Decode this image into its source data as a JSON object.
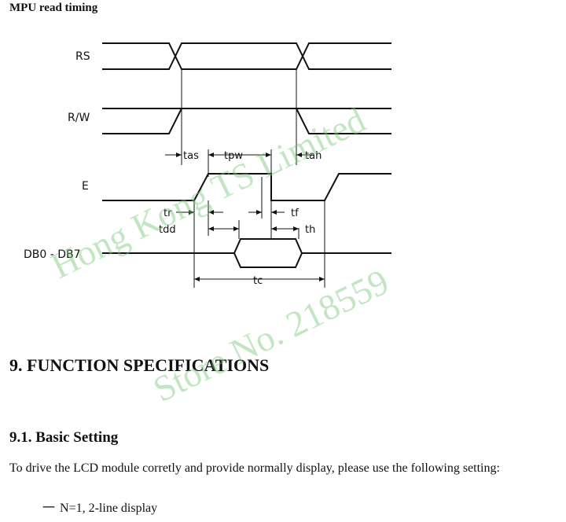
{
  "section_title": "MPU read timing",
  "diagram": {
    "signals": {
      "rs": "RS",
      "rw": "R/W",
      "e": "E",
      "db": "DB0 - DB7"
    },
    "timings": {
      "tas": "tas",
      "tpw": "tpw",
      "tah": "tah",
      "tr": "tr",
      "tdd": "tdd",
      "tf": "tf",
      "th": "th",
      "tc": "tc"
    }
  },
  "heading_9": "9.  FUNCTION SPECIFICATIONS",
  "heading_91": "9.1.  Basic Setting",
  "paragraph": "To drive the LCD module corretly and provide normally display, please use the following setting:",
  "bullet": {
    "dash": "一",
    "text": "N=1, 2-line display"
  },
  "watermark": {
    "line1": "Hong Kong TS Limited",
    "line2": "Store No. 218559"
  }
}
